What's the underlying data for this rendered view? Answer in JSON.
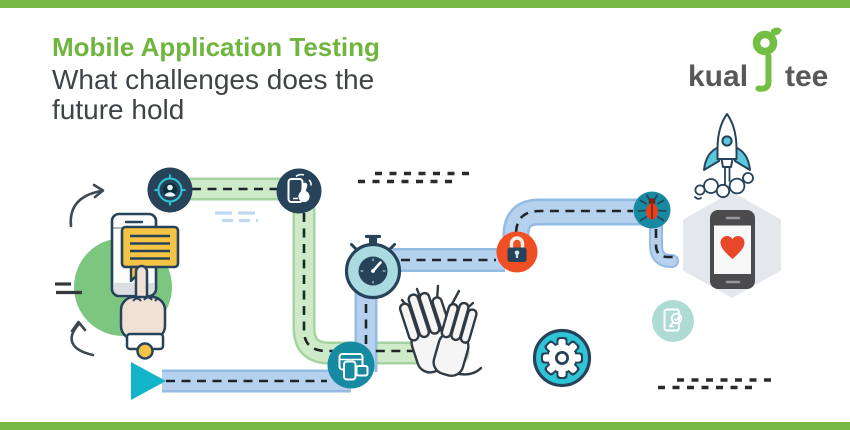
{
  "header": {
    "title": "Mobile Application Testing",
    "subtitle_line1": "What challenges does the",
    "subtitle_line2": "future hold"
  },
  "logo": {
    "text_left": "kual",
    "text_right": "tee"
  },
  "palette": {
    "page_bg": "#FFFFFF",
    "bar_green": "#79B843",
    "green_title": "#6FB53F",
    "text_dark": "#3F4448",
    "logo_gray": "#57585B",
    "logo_green": "#72BF44",
    "navy": "#27435A",
    "navy_deep": "#0D2F40",
    "teal": "#1789A0",
    "cyan": "#2EC6D6",
    "cyan_bright": "#14B4C8",
    "cyan_light": "#A9DBE1",
    "band_green_fill": "#CFEAC9",
    "band_green_edge": "#A3D4A0",
    "band_blue_fill": "#B5D1EE",
    "band_blue_edge": "#93BBE4",
    "green_circle": "#7CC67F",
    "orange_red": "#F04E23",
    "bug_red": "#E8401C",
    "bug_dark": "#7E2310",
    "yellow": "#F6C445",
    "beige": "#F0E1D4",
    "hex_gray": "#E4E8EC",
    "phone_frame": "#4B4B4E",
    "heart_red": "#E8472B",
    "doc_teal": "#AEDCD3",
    "rocket_cyan": "#5BC8DC",
    "dash_dark": "#1F2428",
    "speed_blue": "#BFDAF2"
  },
  "icons": {
    "user-target-icon": "person inside crosshair target circle",
    "mobile-touch-icon": "hand tapping smartphone circle",
    "stopwatch-icon": "stopwatch timer circle",
    "responsive-devices-icon": "multiple device screens circle",
    "security-lock-icon": "padlock circle",
    "bug-icon": "bug defect circle",
    "gear-icon": "settings gear circle",
    "app-inspection-icon": "tablet with magnifier check circle",
    "rocket-icon": "launching rocket with smoke",
    "clapping-hands-icon": "applauding hands with rays",
    "mobile-chat-pointer-icon": "phone with chat bubble and pointing hand",
    "heart-app-icon": "phone with heart inside hexagon",
    "play-triangle-icon": "cyan play arrow starting the path",
    "kualitee-logo": "kual + green leaf ring glyph + tee"
  }
}
